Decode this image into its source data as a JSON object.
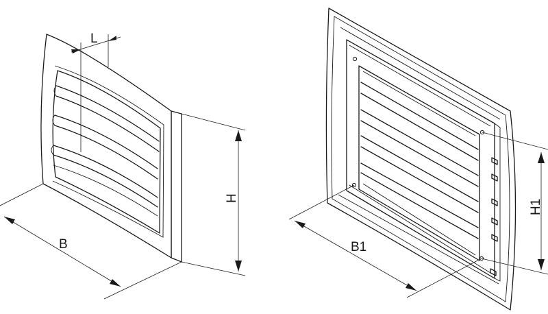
{
  "labels": {
    "left_depth": "L",
    "left_width": "B",
    "left_height": "H",
    "right_width": "B1",
    "right_height": "H1"
  }
}
